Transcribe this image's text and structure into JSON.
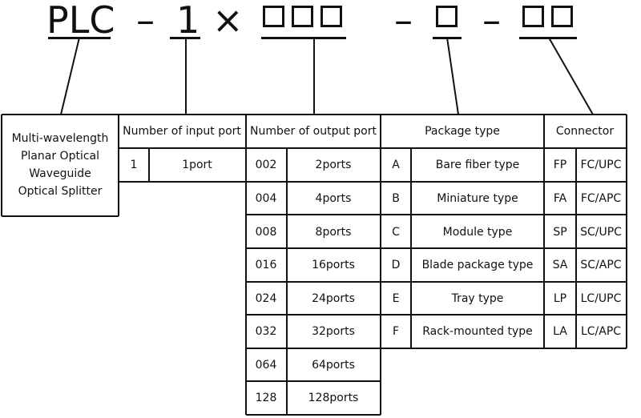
{
  "code": {
    "prefix": "PLC",
    "dash1": "–",
    "input_digit": "1",
    "times": "×",
    "dash2": "–",
    "dash3": "–"
  },
  "description": {
    "lines": [
      "Multi-wavelength",
      "Planar Optical",
      "Waveguide",
      "Optical Splitter"
    ]
  },
  "input_port": {
    "header": "Number of input port",
    "rows": [
      {
        "code": "1",
        "label": "1port"
      }
    ]
  },
  "output_port": {
    "header": "Number of output port",
    "rows": [
      {
        "code": "002",
        "label": "2ports"
      },
      {
        "code": "004",
        "label": "4ports"
      },
      {
        "code": "008",
        "label": "8ports"
      },
      {
        "code": "016",
        "label": "16ports"
      },
      {
        "code": "024",
        "label": "24ports"
      },
      {
        "code": "032",
        "label": "32ports"
      },
      {
        "code": "064",
        "label": "64ports"
      },
      {
        "code": "128",
        "label": "128ports"
      }
    ]
  },
  "package_type": {
    "header": "Package type",
    "rows": [
      {
        "code": "A",
        "label": "Bare fiber type"
      },
      {
        "code": "B",
        "label": "Miniature type"
      },
      {
        "code": "C",
        "label": "Module type"
      },
      {
        "code": "D",
        "label": "Blade package type"
      },
      {
        "code": "E",
        "label": "Tray type"
      },
      {
        "code": "F",
        "label": "Rack-mounted type"
      }
    ]
  },
  "connector": {
    "header": "Connector",
    "rows": [
      {
        "code": "FP",
        "label": "FC/UPC"
      },
      {
        "code": "FA",
        "label": "FC/APC"
      },
      {
        "code": "SP",
        "label": "SC/UPC"
      },
      {
        "code": "SA",
        "label": "SC/APC"
      },
      {
        "code": "LP",
        "label": "LC/UPC"
      },
      {
        "code": "LA",
        "label": "LC/APC"
      }
    ]
  }
}
